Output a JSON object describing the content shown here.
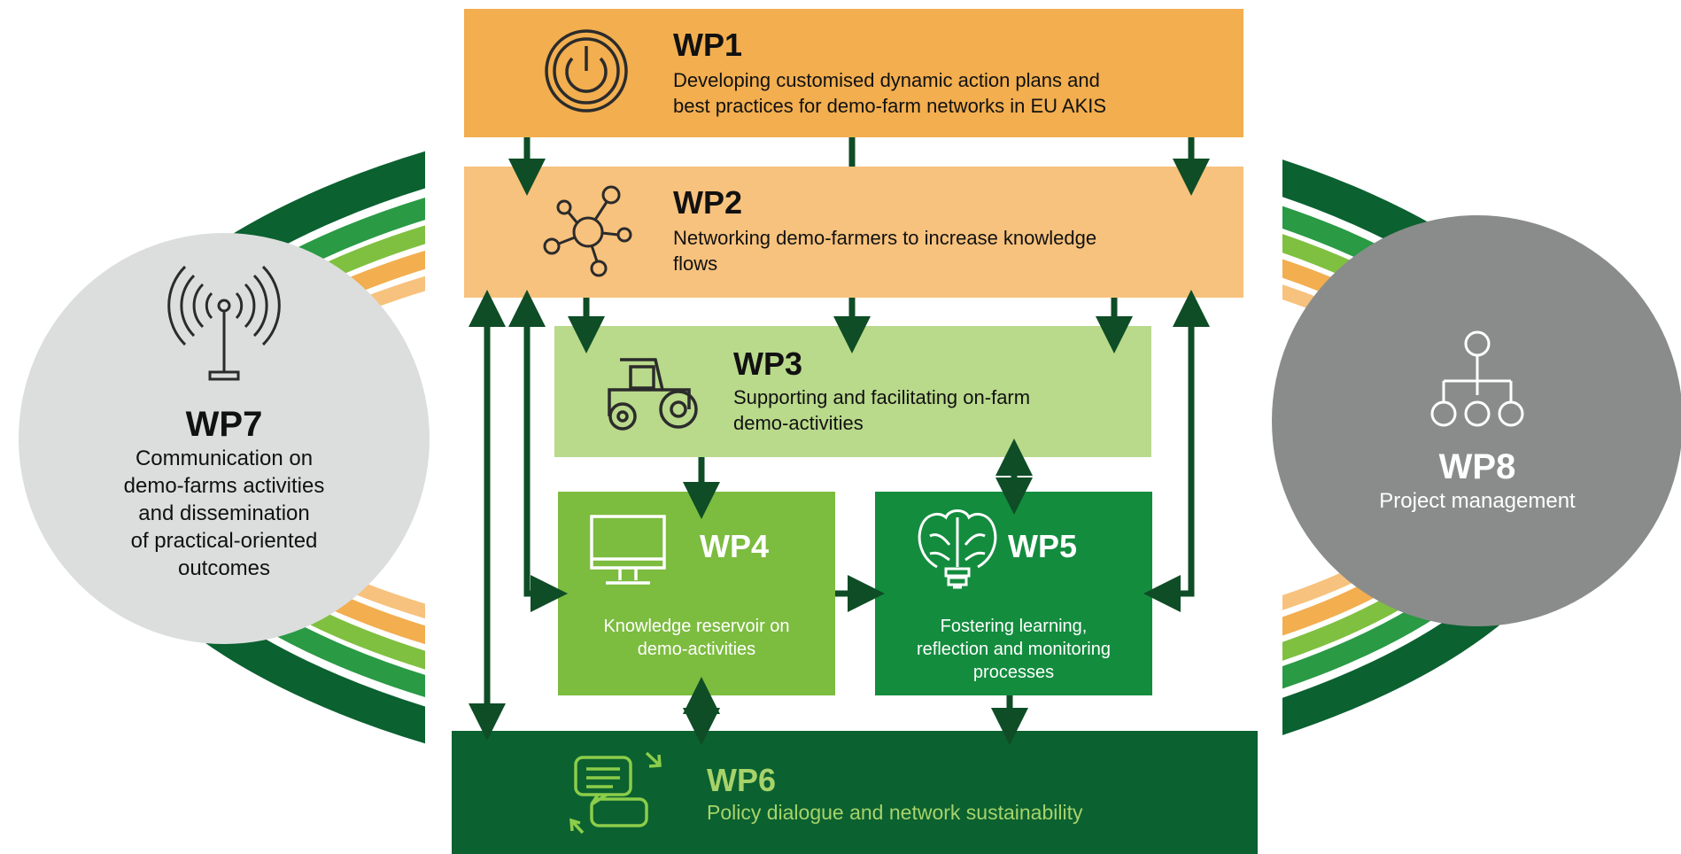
{
  "colors": {
    "wp1": "#f2ae4f",
    "wp2": "#f7c27d",
    "wp3": "#b9d98b",
    "wp4": "#7cbc3f",
    "wp5": "#138c3e",
    "wp6": "#0b6130",
    "arrow": "#0e4d26",
    "arc_dark": "#0b6130",
    "arc_green": "#2a9a45",
    "arc_light": "#7fc040",
    "arc_orange": "#f2ae4f",
    "wp7_circle": "#dcdedd",
    "wp8_circle": "#8a8c8b",
    "wp6_text": "#a7d36a"
  },
  "wp1": {
    "title": "WP1",
    "desc_line1": "Developing customised dynamic action plans and",
    "desc_line2": "best practices for demo-farm networks in EU AKIS",
    "icon": "power-icon"
  },
  "wp2": {
    "title": "WP2",
    "desc_line1": "Networking demo-farmers to increase knowledge",
    "desc_line2": "flows",
    "icon": "network-icon"
  },
  "wp3": {
    "title": "WP3",
    "desc_line1": "Supporting and facilitating on-farm",
    "desc_line2": "demo-activities",
    "icon": "tractor-icon"
  },
  "wp4": {
    "title": "WP4",
    "desc_line1": "Knowledge reservoir on",
    "desc_line2": "demo-activities",
    "icon": "monitor-icon"
  },
  "wp5": {
    "title": "WP5",
    "desc_line1": "Fostering learning,",
    "desc_line2": "reflection and monitoring",
    "desc_line3": "processes",
    "icon": "brain-bulb-icon"
  },
  "wp6": {
    "title": "WP6",
    "desc": "Policy dialogue and network sustainability",
    "icon": "chat-exchange-icon"
  },
  "wp7": {
    "title": "WP7",
    "line1": "Communication on",
    "line2": "demo-farms activities",
    "line3": "and dissemination",
    "line4": "of practical-oriented",
    "line5": "outcomes",
    "icon": "broadcast-antenna-icon"
  },
  "wp8": {
    "title": "WP8",
    "desc": "Project management",
    "icon": "org-chart-icon"
  }
}
